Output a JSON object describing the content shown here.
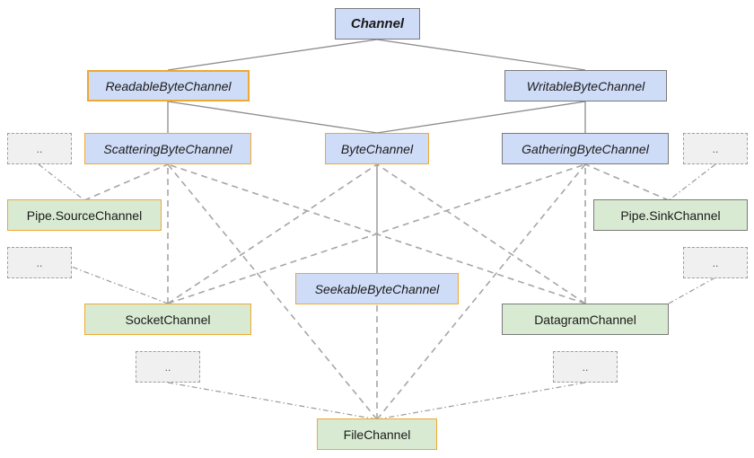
{
  "nodes": {
    "channel": {
      "label": "Channel"
    },
    "readable": {
      "label": "ReadableByteChannel"
    },
    "writable": {
      "label": "WritableByteChannel"
    },
    "scattering": {
      "label": "ScatteringByteChannel"
    },
    "bytechannel": {
      "label": "ByteChannel"
    },
    "gathering": {
      "label": "GatheringByteChannel"
    },
    "seekable": {
      "label": "SeekableByteChannel"
    },
    "pipe_source": {
      "label": "Pipe.SourceChannel"
    },
    "pipe_sink": {
      "label": "Pipe.SinkChannel"
    },
    "socket": {
      "label": "SocketChannel"
    },
    "datagram": {
      "label": "DatagramChannel"
    },
    "file": {
      "label": "FileChannel"
    },
    "other_1": {
      "label": ".."
    },
    "other_2": {
      "label": ".."
    },
    "other_3": {
      "label": ".."
    },
    "other_4": {
      "label": ".."
    },
    "other_5": {
      "label": ".."
    },
    "other_6": {
      "label": ".."
    }
  },
  "colors": {
    "interface_fill": "#cfdcf7",
    "class_fill": "#d9ead3",
    "placeholder_fill": "#f0f0f0",
    "accent_border": "#f0a830",
    "line": "#909090"
  }
}
